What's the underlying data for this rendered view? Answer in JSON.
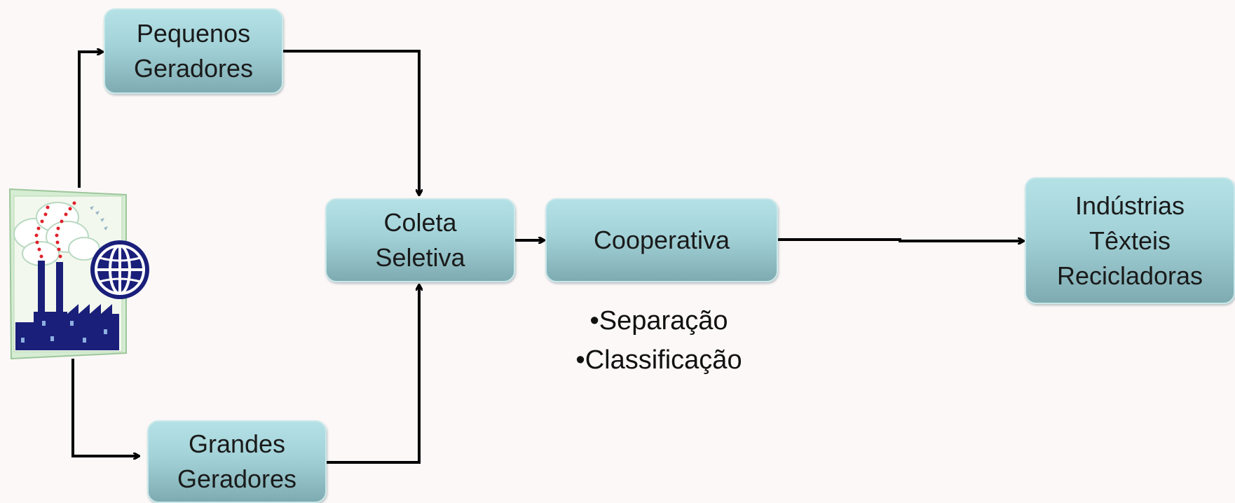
{
  "nodes": {
    "pequenos": "Pequenos\nGeradores",
    "grandes": "Grandes\nGeradores",
    "coleta": "Coleta\nSeletiva",
    "cooperativa": "Cooperativa",
    "industrias": "Indústrias\nTêxteis\nRecicladoras"
  },
  "cooperativa_tasks": [
    "•Separação",
    "•Classificação"
  ],
  "icons": {
    "source": "factory-globe-icon"
  },
  "colors": {
    "box_top": "#b4e1e6",
    "box_bottom": "#7eabb1",
    "arrow": "#000000",
    "factory": "#1a1f7a",
    "smoke_dots": "#e0202a"
  }
}
